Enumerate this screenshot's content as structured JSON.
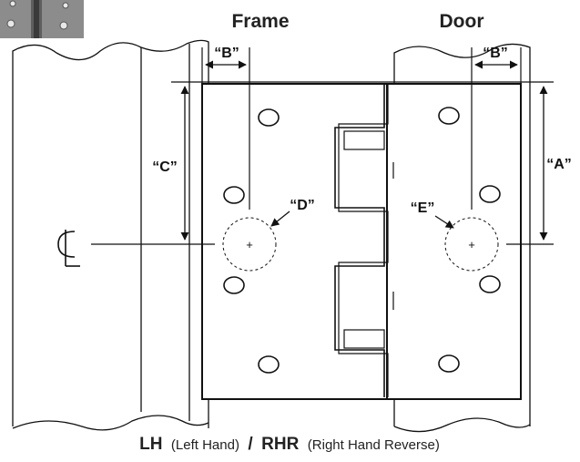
{
  "labels": {
    "frame": "Frame",
    "door": "Door",
    "b_frame": "“B”",
    "b_door": "“B”",
    "a": "“A”",
    "c": "“C”",
    "d": "“D”",
    "e": "“E”",
    "plus_frame": "+",
    "plus_door": "+"
  },
  "caption": {
    "lh": "LH",
    "lh_desc": "(Left Hand)",
    "sep": "/",
    "rhr": "RHR",
    "rhr_desc": "(Right Hand Reverse)"
  },
  "icons": {
    "centerline": "centerline-symbol",
    "thumbnail": "hinge-thumbnail"
  },
  "colors": {
    "line": "#111111",
    "thumbnail": "#8c8c8c"
  }
}
